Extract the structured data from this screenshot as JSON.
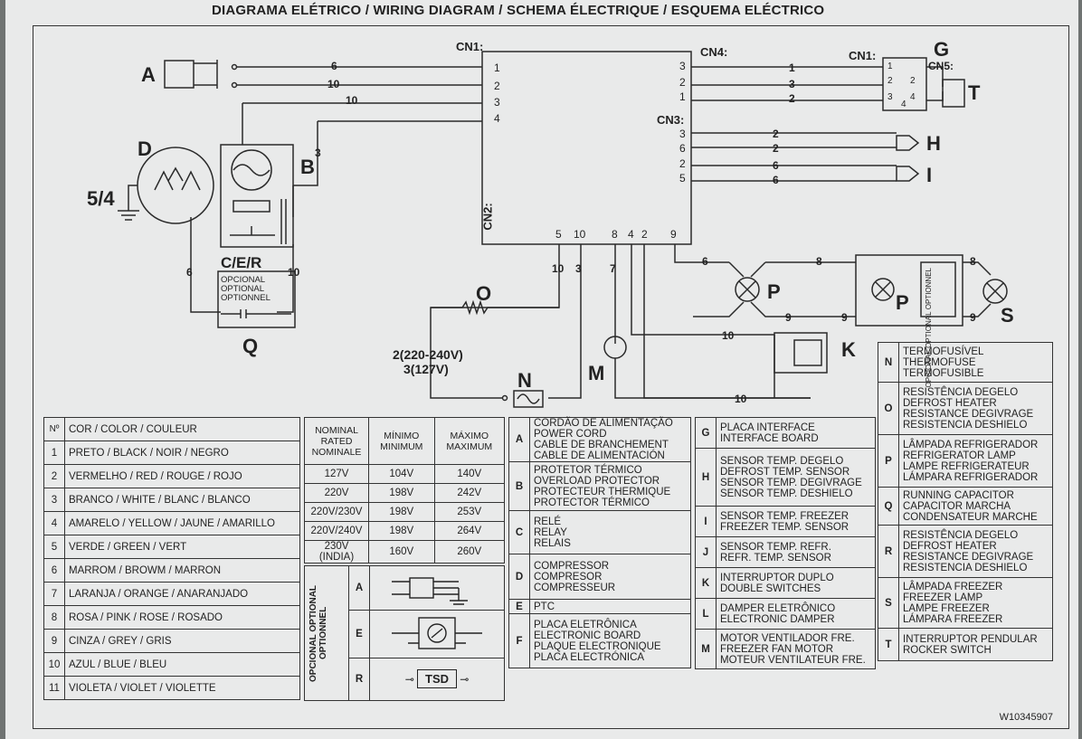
{
  "title": "DIAGRAMA ELÉTRICO / WIRING DIAGRAM / SCHEMA ÉLECTRIQUE / ESQUEMA ELÉCTRICO",
  "doc_number": "W10345907",
  "labels": {
    "A": "A",
    "B": "B",
    "D": "D",
    "G": "G",
    "H": "H",
    "I": "I",
    "K": "K",
    "M": "M",
    "N": "N",
    "O": "O",
    "P": "P",
    "P2": "P",
    "Q": "Q",
    "S": "S",
    "T": "T",
    "CER": "C/E/R",
    "ground": "5/4",
    "voltage1": "2(220-240V)",
    "voltage2": "3(127V)",
    "optional1": "OPCIONAL",
    "optional2": "OPTIONAL",
    "optional3": "OPTIONNEL"
  },
  "connectors": {
    "cn1_main": "CN1:",
    "cn4": "CN4:",
    "cn3": "CN3:",
    "cn2": "CN2:",
    "cn1_g": "CN1:",
    "cn5": "CN5:",
    "cn1_pins": [
      "1",
      "2",
      "3",
      "4"
    ],
    "cn4_pins": [
      "3",
      "2",
      "1"
    ],
    "cn3_pins": [
      "3",
      "6",
      "2",
      "5"
    ],
    "cn2_pins": [
      "5",
      "10",
      "8",
      "4",
      "2",
      "9"
    ],
    "g_pins": [
      "1",
      "2",
      "2",
      "4",
      "3",
      "4"
    ]
  },
  "wires": {
    "a1": "6",
    "a2": "10",
    "a3": "10",
    "b": "3",
    "cn4_1": "1",
    "cn4_2": "3",
    "cn4_3": "2",
    "h1": "2",
    "h2": "2",
    "i1": "6",
    "i2": "6",
    "q1": "6",
    "q2": "10",
    "cn2_a": "10",
    "cn2_b": "3",
    "cn2_c": "7",
    "p1": "6",
    "p2": "8",
    "p3": "9",
    "p4": "9",
    "s1": "8",
    "s2": "9",
    "k": "10",
    "m": "10"
  },
  "color_table": {
    "header": [
      "Nº",
      "COR / COLOR / COULEUR"
    ],
    "rows": [
      [
        "1",
        "PRETO / BLACK / NOIR / NEGRO"
      ],
      [
        "2",
        "VERMELHO / RED / ROUGE / ROJO"
      ],
      [
        "3",
        "BRANCO / WHITE / BLANC / BLANCO"
      ],
      [
        "4",
        "AMARELO / YELLOW / JAUNE / AMARILLO"
      ],
      [
        "5",
        "VERDE / GREEN / VERT"
      ],
      [
        "6",
        "MARROM / BROWM / MARRON"
      ],
      [
        "7",
        "LARANJA / ORANGE / ANARANJADO"
      ],
      [
        "8",
        "ROSA / PINK / ROSE / ROSADO"
      ],
      [
        "9",
        "CINZA / GREY / GRIS"
      ],
      [
        "10",
        "AZUL / BLUE / BLEU"
      ],
      [
        "11",
        "VIOLETA / VIOLET / VIOLETTE"
      ]
    ]
  },
  "voltage_table": {
    "header": [
      "NOMINAL RATED NOMINALE",
      "MÍNIMO MINIMUM",
      "MÁXIMO MAXIMUM"
    ],
    "rows": [
      [
        "127V",
        "104V",
        "140V"
      ],
      [
        "220V",
        "198V",
        "242V"
      ],
      [
        "220V/230V",
        "198V",
        "253V"
      ],
      [
        "220V/240V",
        "198V",
        "264V"
      ],
      [
        "230V (INDIA)",
        "160V",
        "260V"
      ]
    ]
  },
  "optional_table": {
    "label": "OPCIONAL OPTIONAL OPTIONNEL",
    "rows": [
      {
        "code": "A",
        "symbol": "plug-ground"
      },
      {
        "code": "E",
        "symbol": "box-element"
      },
      {
        "code": "R",
        "symbol": "TSD"
      }
    ]
  },
  "legend_a": [
    {
      "code": "A",
      "text": [
        "CORDÃO DE ALIMENTAÇÃO",
        "POWER CORD",
        "CABLE DE BRANCHEMENT",
        "CABLE DE ALIMENTACIÓN"
      ]
    },
    {
      "code": "B",
      "text": [
        "PROTETOR TÉRMICO",
        "OVERLOAD PROTECTOR",
        "PROTECTEUR THERMIQUE",
        "PROTECTOR TÉRMICO"
      ]
    },
    {
      "code": "C",
      "text": [
        "RELÉ",
        "RELAY",
        "RELAIS"
      ]
    },
    {
      "code": "D",
      "text": [
        "COMPRESSOR",
        "COMPRESOR",
        "COMPRESSEUR"
      ]
    },
    {
      "code": "E",
      "text": [
        "PTC"
      ]
    },
    {
      "code": "F",
      "text": [
        "PLACA ELETRÔNICA",
        "ELECTRONIC BOARD",
        "PLAQUE ELECTRONIQUE",
        "PLACA ELECTRÓNICA"
      ]
    }
  ],
  "legend_b": [
    {
      "code": "G",
      "text": [
        "PLACA INTERFACE",
        "INTERFACE BOARD"
      ]
    },
    {
      "code": "H",
      "text": [
        "SENSOR TEMP. DEGELO",
        "DEFROST TEMP. SENSOR",
        "SENSOR TEMP. DEGIVRAGE",
        "SENSOR TEMP. DESHIELO"
      ]
    },
    {
      "code": "I",
      "text": [
        "SENSOR TEMP. FREEZER",
        "FREEZER TEMP. SENSOR"
      ]
    },
    {
      "code": "J",
      "text": [
        "SENSOR TEMP. REFR.",
        "REFR. TEMP. SENSOR"
      ]
    },
    {
      "code": "K",
      "text": [
        "INTERRUPTOR DUPLO",
        "DOUBLE SWITCHES"
      ]
    },
    {
      "code": "L",
      "text": [
        "DAMPER ELETRÔNICO",
        "ELECTRONIC DAMPER"
      ]
    },
    {
      "code": "M",
      "text": [
        "MOTOR VENTILADOR FRE.",
        "FREEZER FAN MOTOR",
        "MOTEUR VENTILATEUR FRE."
      ]
    }
  ],
  "legend_c": [
    {
      "code": "N",
      "text": [
        "TERMOFUSÍVEL",
        "THERMOFUSE",
        "TERMOFUSIBLE"
      ]
    },
    {
      "code": "O",
      "text": [
        "RESISTÊNCIA DEGELO",
        "DEFROST HEATER",
        "RESISTANCE DEGIVRAGE",
        "RESISTENCIA DESHIELO"
      ]
    },
    {
      "code": "P",
      "text": [
        "LÂMPADA REFRIGERADOR",
        "REFRIGERATOR LAMP",
        "LAMPE REFRIGERATEUR",
        "LÁMPARA REFRIGERADOR"
      ]
    },
    {
      "code": "Q",
      "text": [
        "RUNNING CAPACITOR",
        "CAPACITOR MARCHA",
        "CONDENSATEUR MARCHE"
      ]
    },
    {
      "code": "R",
      "text": [
        "RESISTÊNCIA DEGELO",
        "DEFROST HEATER",
        "RESISTANCE DEGIVRAGE",
        "RESISTENCIA DESHIELO"
      ]
    },
    {
      "code": "S",
      "text": [
        "LÂMPADA FREEZER",
        "FREEZER LAMP",
        "LAMPE FREEZER",
        "LÁMPARA FREEZER"
      ]
    },
    {
      "code": "T",
      "text": [
        "INTERRUPTOR PENDULAR",
        "ROCKER SWITCH"
      ]
    }
  ]
}
